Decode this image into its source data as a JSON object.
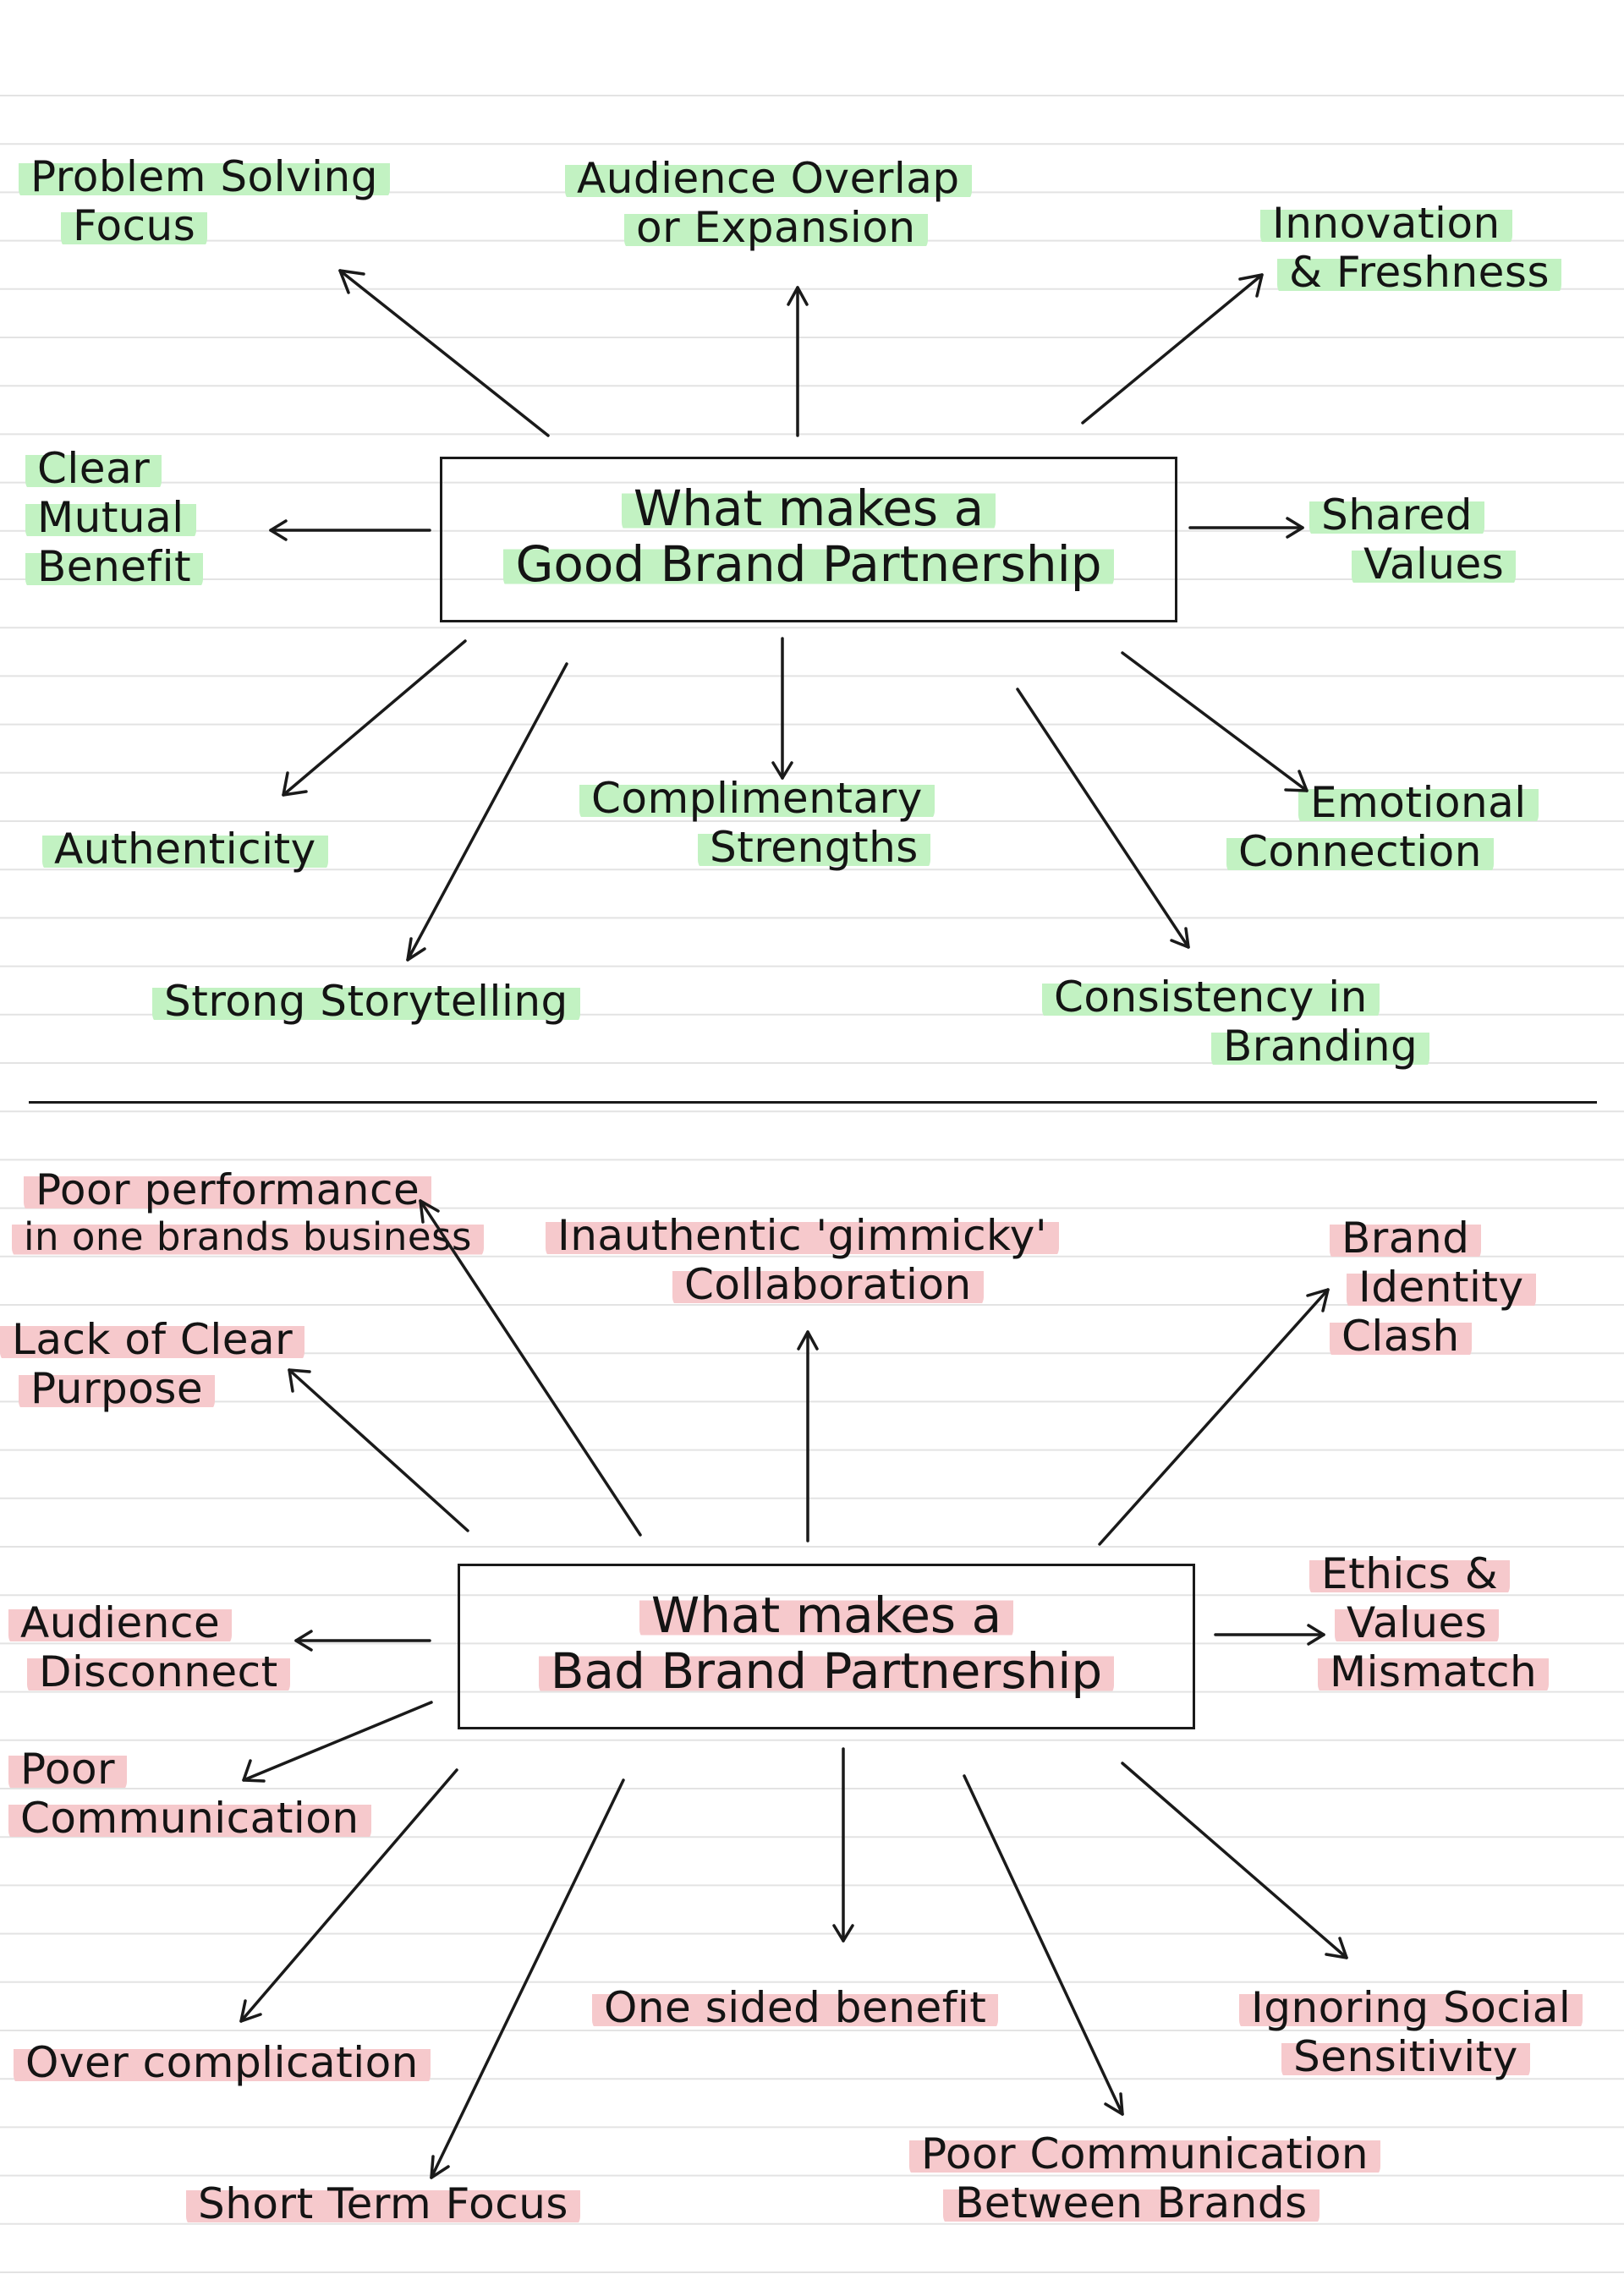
{
  "colors": {
    "good_highlight": "#c2f2c2",
    "bad_highlight": "#f6c9cc",
    "ruled_line": "#e3e3e3",
    "ink": "#141414"
  },
  "good": {
    "center": [
      "What makes a",
      "Good Brand Partnership"
    ],
    "factors": [
      {
        "lines": [
          "Problem Solving",
          "Focus"
        ]
      },
      {
        "lines": [
          "Audience Overlap",
          "or Expansion"
        ]
      },
      {
        "lines": [
          "Innovation",
          "& Freshness"
        ]
      },
      {
        "lines": [
          "Clear",
          "Mutual",
          "Benefit"
        ]
      },
      {
        "lines": [
          "Shared",
          "Values"
        ]
      },
      {
        "lines": [
          "Authenticity"
        ]
      },
      {
        "lines": [
          "Complimentary",
          "Strengths"
        ]
      },
      {
        "lines": [
          "Emotional",
          "Connection"
        ]
      },
      {
        "lines": [
          "Strong Storytelling"
        ]
      },
      {
        "lines": [
          "Consistency in",
          "Branding"
        ]
      }
    ]
  },
  "bad": {
    "center": [
      "What makes a",
      "Bad Brand Partnership"
    ],
    "factors": [
      {
        "lines": [
          "Poor performance",
          "in one brands business"
        ]
      },
      {
        "lines": [
          "Inauthentic 'gimmicky'",
          "Collaboration"
        ]
      },
      {
        "lines": [
          "Brand",
          "Identity",
          "Clash"
        ]
      },
      {
        "lines": [
          "Lack of Clear",
          "Purpose"
        ]
      },
      {
        "lines": [
          "Audience",
          "Disconnect"
        ]
      },
      {
        "lines": [
          "Ethics &",
          "Values",
          "Mismatch"
        ]
      },
      {
        "lines": [
          "Poor",
          "Communication"
        ]
      },
      {
        "lines": [
          "Over complication"
        ]
      },
      {
        "lines": [
          "One sided benefit"
        ]
      },
      {
        "lines": [
          "Ignoring Social",
          "Sensitivity"
        ]
      },
      {
        "lines": [
          "Short Term Focus"
        ]
      },
      {
        "lines": [
          "Poor Communication",
          "Between Brands"
        ]
      }
    ]
  }
}
